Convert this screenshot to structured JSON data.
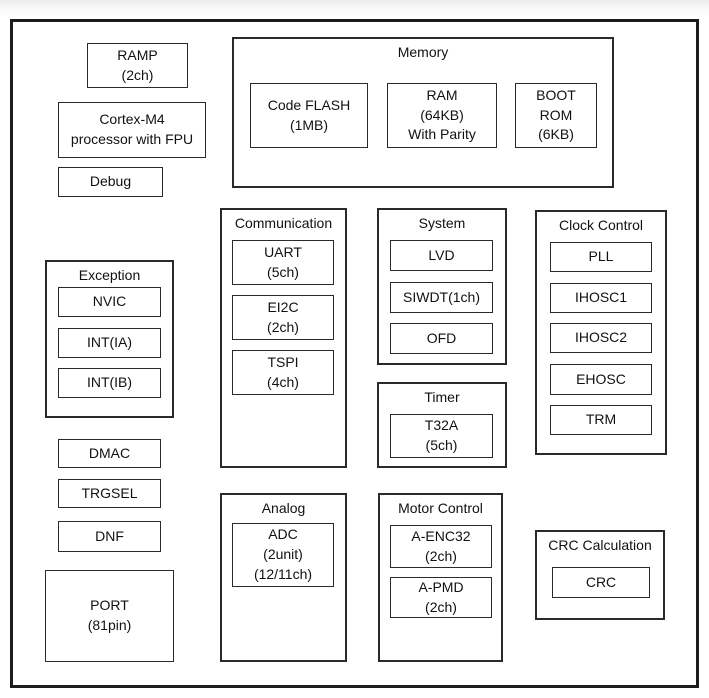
{
  "colors": {
    "border": "#2a2a2a",
    "frame_border": "#1c1c1c",
    "text": "#111111",
    "background": "#ffffff"
  },
  "blocks": {
    "ramp": {
      "lines": [
        "RAMP",
        "(2ch)"
      ]
    },
    "cortex_m4": {
      "lines": [
        "Cortex-M4",
        "processor with FPU"
      ]
    },
    "debug": {
      "lines": [
        "Debug"
      ]
    },
    "dmac": {
      "lines": [
        "DMAC"
      ]
    },
    "trgsel": {
      "lines": [
        "TRGSEL"
      ]
    },
    "dnf": {
      "lines": [
        "DNF"
      ]
    },
    "port": {
      "lines": [
        "PORT",
        "(81pin)"
      ]
    }
  },
  "groups": {
    "memory": {
      "title": "Memory",
      "items": [
        {
          "lines": [
            "Code FLASH",
            "(1MB)"
          ]
        },
        {
          "lines": [
            "RAM",
            "(64KB)",
            "With Parity"
          ]
        },
        {
          "lines": [
            "BOOT",
            "ROM",
            "(6KB)"
          ]
        }
      ]
    },
    "communication": {
      "title": "Communication",
      "items": [
        {
          "lines": [
            "UART",
            "(5ch)"
          ]
        },
        {
          "lines": [
            "EI2C",
            "(2ch)"
          ]
        },
        {
          "lines": [
            "TSPI",
            "(4ch)"
          ]
        }
      ]
    },
    "system": {
      "title": "System",
      "items": [
        {
          "lines": [
            "LVD"
          ]
        },
        {
          "lines": [
            "SIWDT(1ch)"
          ]
        },
        {
          "lines": [
            "OFD"
          ]
        }
      ]
    },
    "timer": {
      "title": "Timer",
      "items": [
        {
          "lines": [
            "T32A",
            "(5ch)"
          ]
        }
      ]
    },
    "clock_control": {
      "title": "Clock Control",
      "items": [
        {
          "lines": [
            "PLL"
          ]
        },
        {
          "lines": [
            "IHOSC1"
          ]
        },
        {
          "lines": [
            "IHOSC2"
          ]
        },
        {
          "lines": [
            "EHOSC"
          ]
        },
        {
          "lines": [
            "TRM"
          ]
        }
      ]
    },
    "exception": {
      "title": "Exception",
      "items": [
        {
          "lines": [
            "NVIC"
          ]
        },
        {
          "lines": [
            "INT(IA)"
          ]
        },
        {
          "lines": [
            "INT(IB)"
          ]
        }
      ]
    },
    "analog": {
      "title": "Analog",
      "items": [
        {
          "lines": [
            "ADC",
            "(2unit)",
            "(12/11ch)"
          ]
        }
      ]
    },
    "motor_control": {
      "title": "Motor Control",
      "items": [
        {
          "lines": [
            "A-ENC32",
            "(2ch)"
          ]
        },
        {
          "lines": [
            "A-PMD",
            "(2ch)"
          ]
        }
      ]
    },
    "crc_calculation": {
      "title": "CRC Calculation",
      "items": [
        {
          "lines": [
            "CRC"
          ]
        }
      ]
    }
  }
}
